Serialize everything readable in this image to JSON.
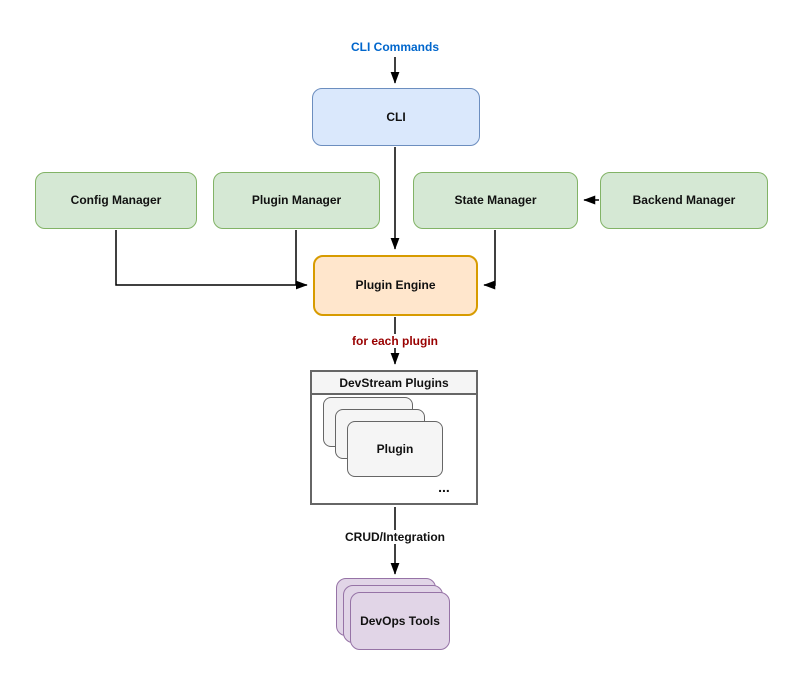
{
  "top_label": {
    "text": "CLI Commands"
  },
  "nodes": {
    "cli": {
      "label": "CLI"
    },
    "config_manager": {
      "label": "Config Manager"
    },
    "plugin_manager": {
      "label": "Plugin Manager"
    },
    "state_manager": {
      "label": "State Manager"
    },
    "backend_manager": {
      "label": "Backend Manager"
    },
    "plugin_engine": {
      "label": "Plugin Engine"
    },
    "plugin": {
      "label": "Plugin"
    },
    "devops_tools": {
      "label": "DevOps Tools"
    }
  },
  "container": {
    "title": "DevStream Plugins",
    "ellipsis": "..."
  },
  "edge_labels": {
    "for_each_plugin": "for each plugin",
    "crud_integration": "CRUD/Integration"
  },
  "colors": {
    "blue_fill": "#dae8fc",
    "blue_border": "#6c8ebf",
    "green_fill": "#d5e8d4",
    "green_border": "#82b366",
    "orange_fill": "#ffe6cc",
    "orange_border": "#d79b00",
    "purple_fill": "#e1d5e7",
    "purple_border": "#9673a6",
    "gray_fill": "#f5f5f5",
    "gray_border": "#666666",
    "label_blue": "#0066CC",
    "label_red": "#990000",
    "arrow": "#000000"
  }
}
